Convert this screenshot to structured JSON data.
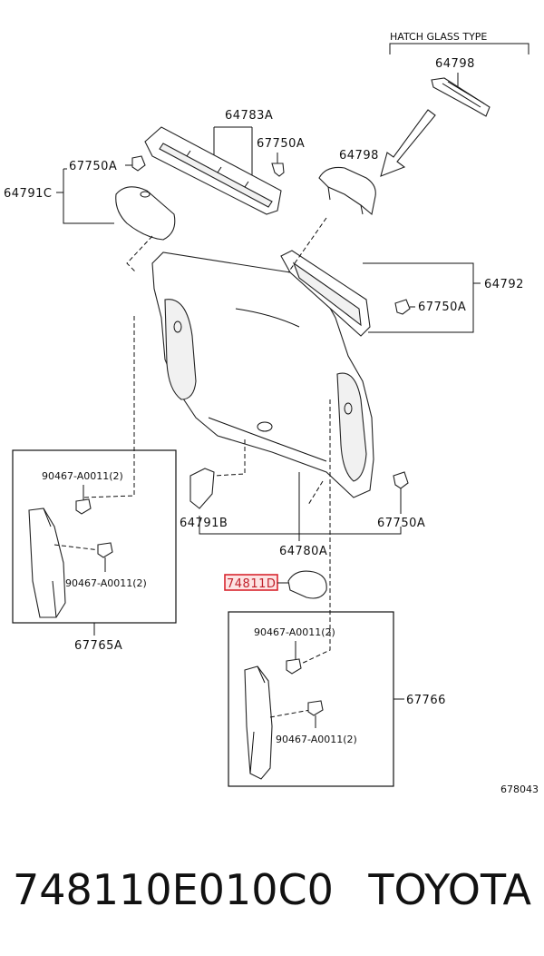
{
  "diagram": {
    "section_label": "HATCH GLASS TYPE",
    "reference_code": "678043",
    "highlight_color": "#d9262f",
    "parts": {
      "p64798_top": "64798",
      "p64783A": "64783A",
      "p67750A_top": "67750A",
      "p67750A_left": "67750A",
      "p64791C": "64791C",
      "p64798_mid": "64798",
      "p64792": "64792",
      "p67750A_right": "67750A",
      "p90467_1": "90467-A0011(2)",
      "p90467_2": "90467-A0011(2)",
      "p64791B": "64791B",
      "p67750A_bottom": "67750A",
      "p64780A": "64780A",
      "p74811": "74811D",
      "p67765A": "67765A",
      "p90467_3": "90467-A0011(2)",
      "p67766": "67766",
      "p90467_4": "90467-A0011(2)"
    }
  },
  "footer": {
    "part_number": "748110E010C0",
    "brand": "TOYOTA"
  }
}
